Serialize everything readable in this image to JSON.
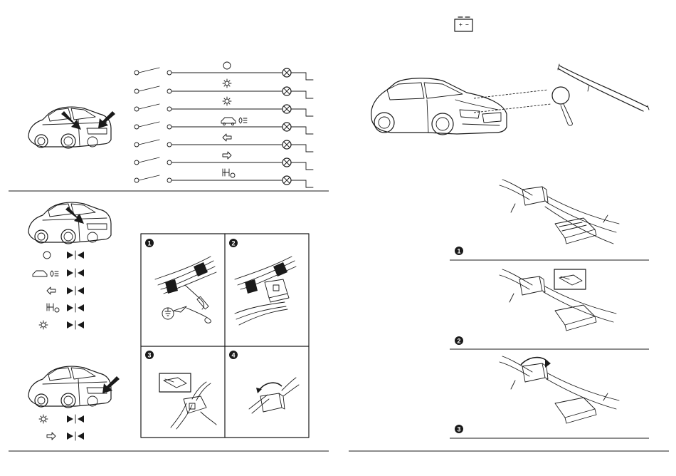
{
  "page": {
    "title": ""
  },
  "battery": {
    "plus": "+",
    "minus": "−"
  },
  "steps": {
    "one": "1",
    "two": "2",
    "three": "3",
    "four": "4",
    "r1": "1",
    "r2": "2",
    "r3": "3"
  },
  "icons": {
    "circuit_lamps": [
      "circle-lamp",
      "sun-lamp",
      "sun-lamp-alt",
      "fog-lamp",
      "turn-left",
      "turn-right",
      "reverse-lamp"
    ],
    "test_lamps": [
      "circle-lamp",
      "fog-lamp",
      "turn-left",
      "reverse-lamp",
      "sun-lamp"
    ],
    "rear_lamps": [
      "sun-lamp",
      "turn-right"
    ]
  }
}
